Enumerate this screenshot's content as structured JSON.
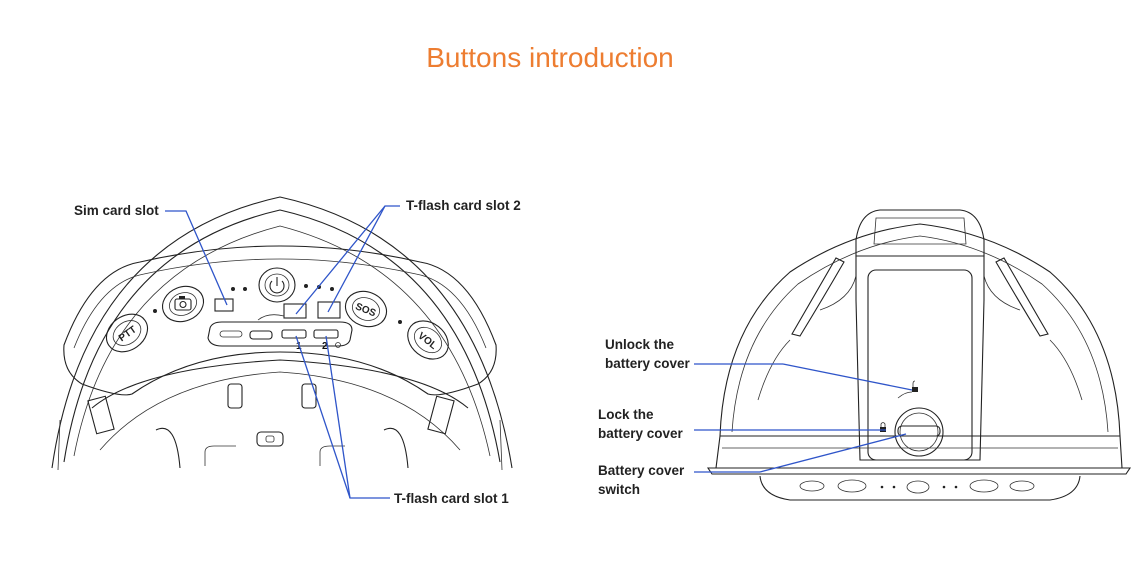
{
  "title": "Buttons introduction",
  "left_figure": {
    "labels": {
      "sim_card_slot": "Sim card slot",
      "tflash_slot_2": "T-flash card slot 2",
      "tflash_slot_1": "T-flash card slot 1"
    },
    "buttons": {
      "ptt": "PTT",
      "sos": "SOS",
      "vol": "VOL"
    },
    "slot_numbers": [
      "1",
      "2"
    ]
  },
  "right_figure": {
    "labels": {
      "unlock_line1": "Unlock the",
      "unlock_line2": "battery cover",
      "lock_line1": "Lock the",
      "lock_line2": "battery cover",
      "switch_line1": "Battery cover",
      "switch_line2": "switch"
    }
  },
  "colors": {
    "title": "#ed7d31",
    "leader_lines": "#2f55c9",
    "line_art": "#222222"
  },
  "icons": [
    "camera-icon",
    "power-icon",
    "lock-icon",
    "unlock-icon"
  ]
}
